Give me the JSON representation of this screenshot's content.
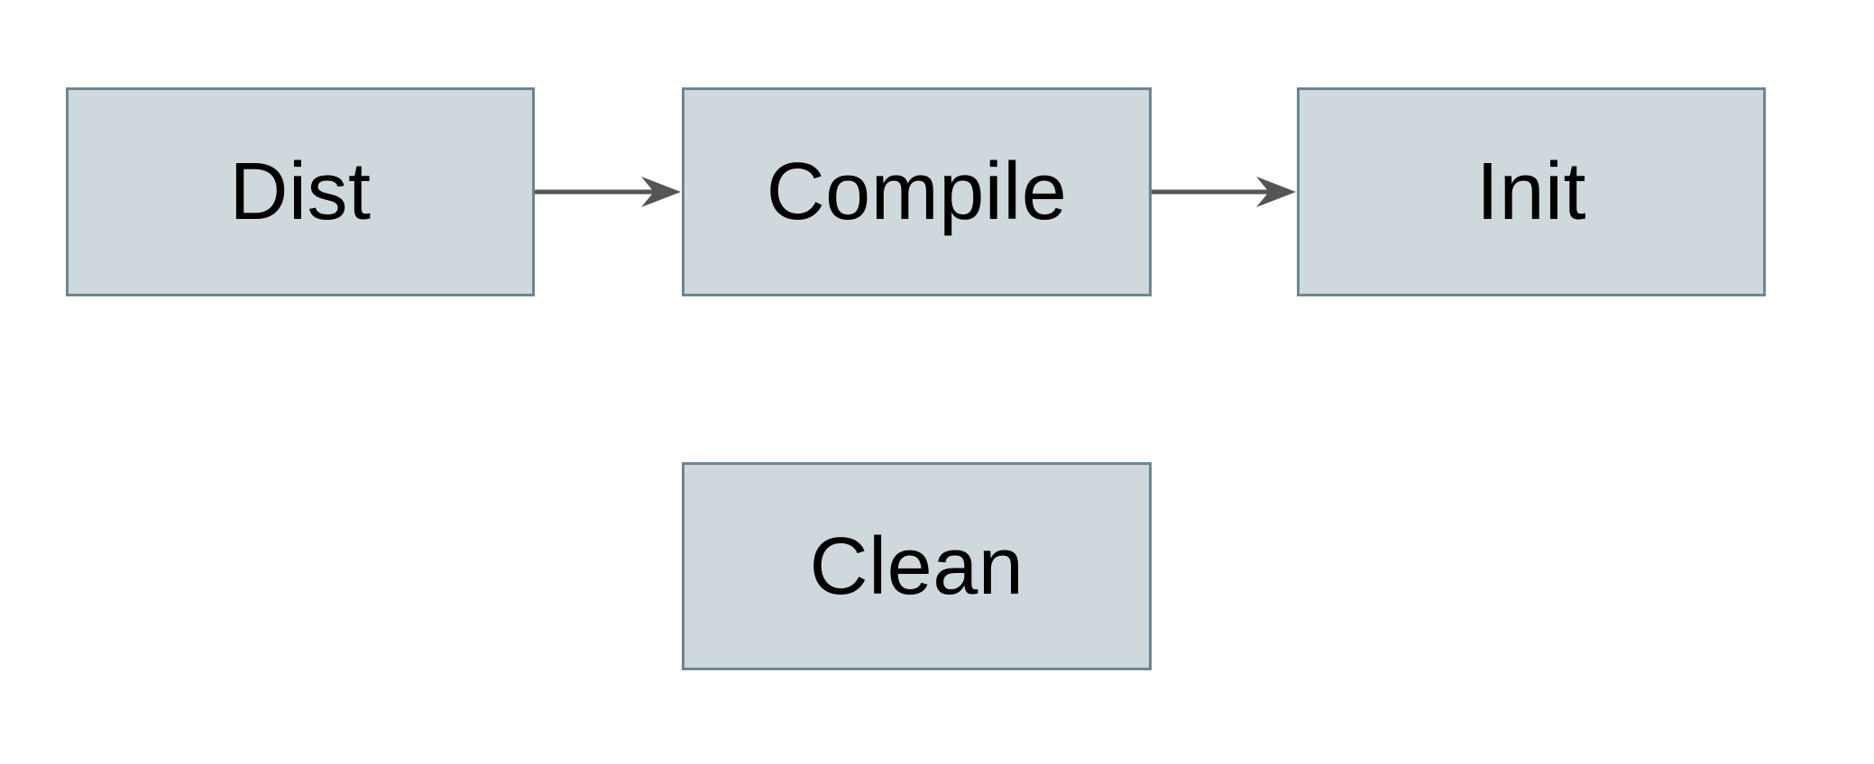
{
  "diagram": {
    "type": "flowchart",
    "nodes": [
      {
        "id": "dist",
        "label": "Dist"
      },
      {
        "id": "compile",
        "label": "Compile"
      },
      {
        "id": "init",
        "label": "Init"
      },
      {
        "id": "clean",
        "label": "Clean"
      }
    ],
    "edges": [
      {
        "from": "dist",
        "to": "compile",
        "style": "solid-arrow-right"
      },
      {
        "from": "compile",
        "to": "init",
        "style": "solid-arrow-right"
      }
    ],
    "colors": {
      "node_fill": "#cfd8dc",
      "node_border": "#6e8492",
      "arrow": "#555555",
      "label_text": "#000000",
      "background": "#ffffff"
    }
  }
}
